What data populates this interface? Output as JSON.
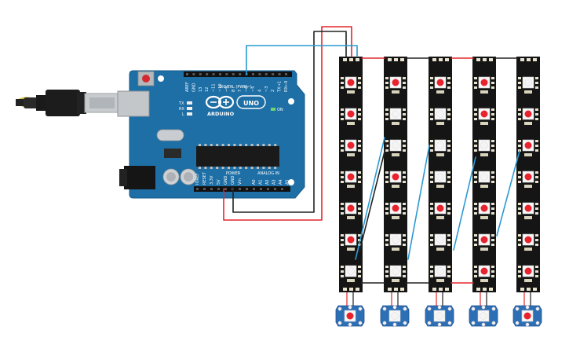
{
  "board": {
    "brand": "ARDUINO",
    "model": "UNO",
    "header_digital": "DIGITAL (PWM~)",
    "header_power": "POWER",
    "header_analog": "ANALOG IN",
    "on_label": "ON",
    "tx_label": "TX",
    "rx_label": "RX",
    "l_label": "L",
    "digital_pins": [
      "AREF",
      "GND",
      "13",
      "12",
      "~11",
      "~10",
      "~9",
      "8",
      "7",
      "~6",
      "~5",
      "4",
      "~3",
      "2",
      "TX→1",
      "RX←0"
    ],
    "power_pins": [
      "IOREF",
      "RESET",
      "3.3V",
      "5V",
      "GND",
      "GND",
      "Vin"
    ],
    "analog_pins": [
      "A0",
      "A1",
      "A2",
      "A3",
      "A4",
      "A5"
    ]
  },
  "strips": [
    {
      "id": "strip-1",
      "lit": [
        true,
        true,
        true,
        true,
        true,
        true,
        false
      ]
    },
    {
      "id": "strip-2",
      "lit": [
        true,
        false,
        false,
        true,
        true,
        false,
        false
      ]
    },
    {
      "id": "strip-3",
      "lit": [
        true,
        false,
        false,
        false,
        true,
        false,
        false
      ]
    },
    {
      "id": "strip-4",
      "lit": [
        true,
        true,
        false,
        false,
        true,
        true,
        true
      ]
    },
    {
      "id": "strip-5",
      "lit": [
        false,
        true,
        true,
        true,
        true,
        true,
        true
      ]
    }
  ],
  "single_leds": {
    "lit": [
      true,
      false,
      false,
      false,
      true
    ]
  },
  "colors": {
    "board": "#1d6fa6",
    "board_edge": "#155a88",
    "strip": "#151515",
    "pad": "#e8e4cf",
    "led_red": "#e8232e",
    "led_off": "#f4f4f4",
    "wire_red": "#e2262b",
    "wire_black": "#222222",
    "wire_blue": "#2a9ad3",
    "single_board": "#2d6fb5"
  },
  "icons": [
    "usb-cable-icon",
    "arduino-infinity-logo-icon",
    "power-jack-icon",
    "reset-button-icon"
  ]
}
